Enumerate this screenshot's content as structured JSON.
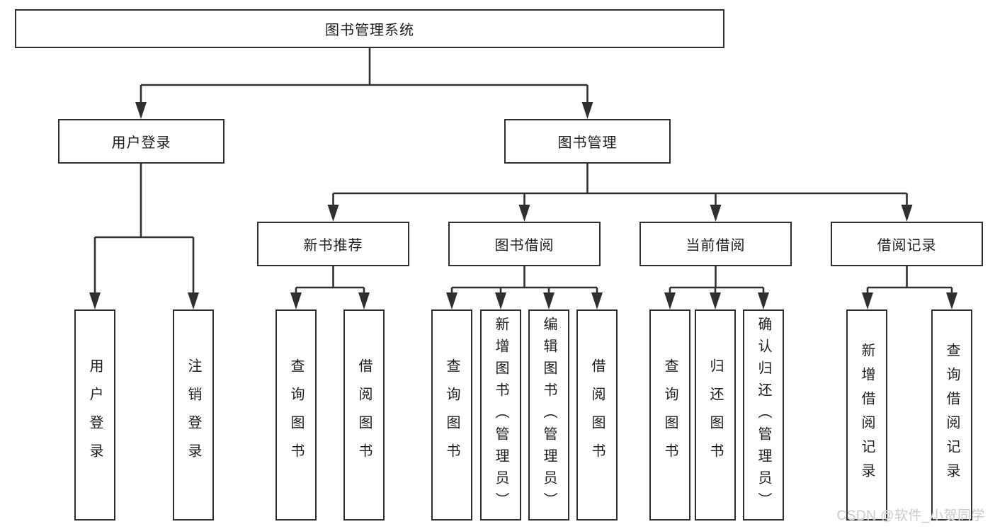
{
  "diagram": {
    "root": "图书管理系统",
    "level1": {
      "user_login": "用户登录",
      "book_mgmt": "图书管理"
    },
    "level2": {
      "new_book": "新书推荐",
      "book_borrow": "图书借阅",
      "current_borrow": "当前借阅",
      "borrow_record": "借阅记录"
    },
    "level3": {
      "user_login": [
        "用户登录",
        "注销登录"
      ],
      "new_book": [
        "查询图书",
        "借阅图书"
      ],
      "book_borrow": [
        "查询图书",
        "新增图书（管理员）",
        "编辑图书（管理员）",
        "借阅图书"
      ],
      "current_borrow": [
        "查询图书",
        "归还图书",
        "确认归还（管理员）"
      ],
      "borrow_record": [
        "新增借阅记录",
        "查询借阅记录"
      ]
    }
  },
  "watermark": "CSDN @软件_小贺同学",
  "colors": {
    "line": "#303030",
    "border": "#2f2f2f",
    "text": "#1c1c1c",
    "background": "#ffffff",
    "watermark": "#c9c9c9"
  }
}
